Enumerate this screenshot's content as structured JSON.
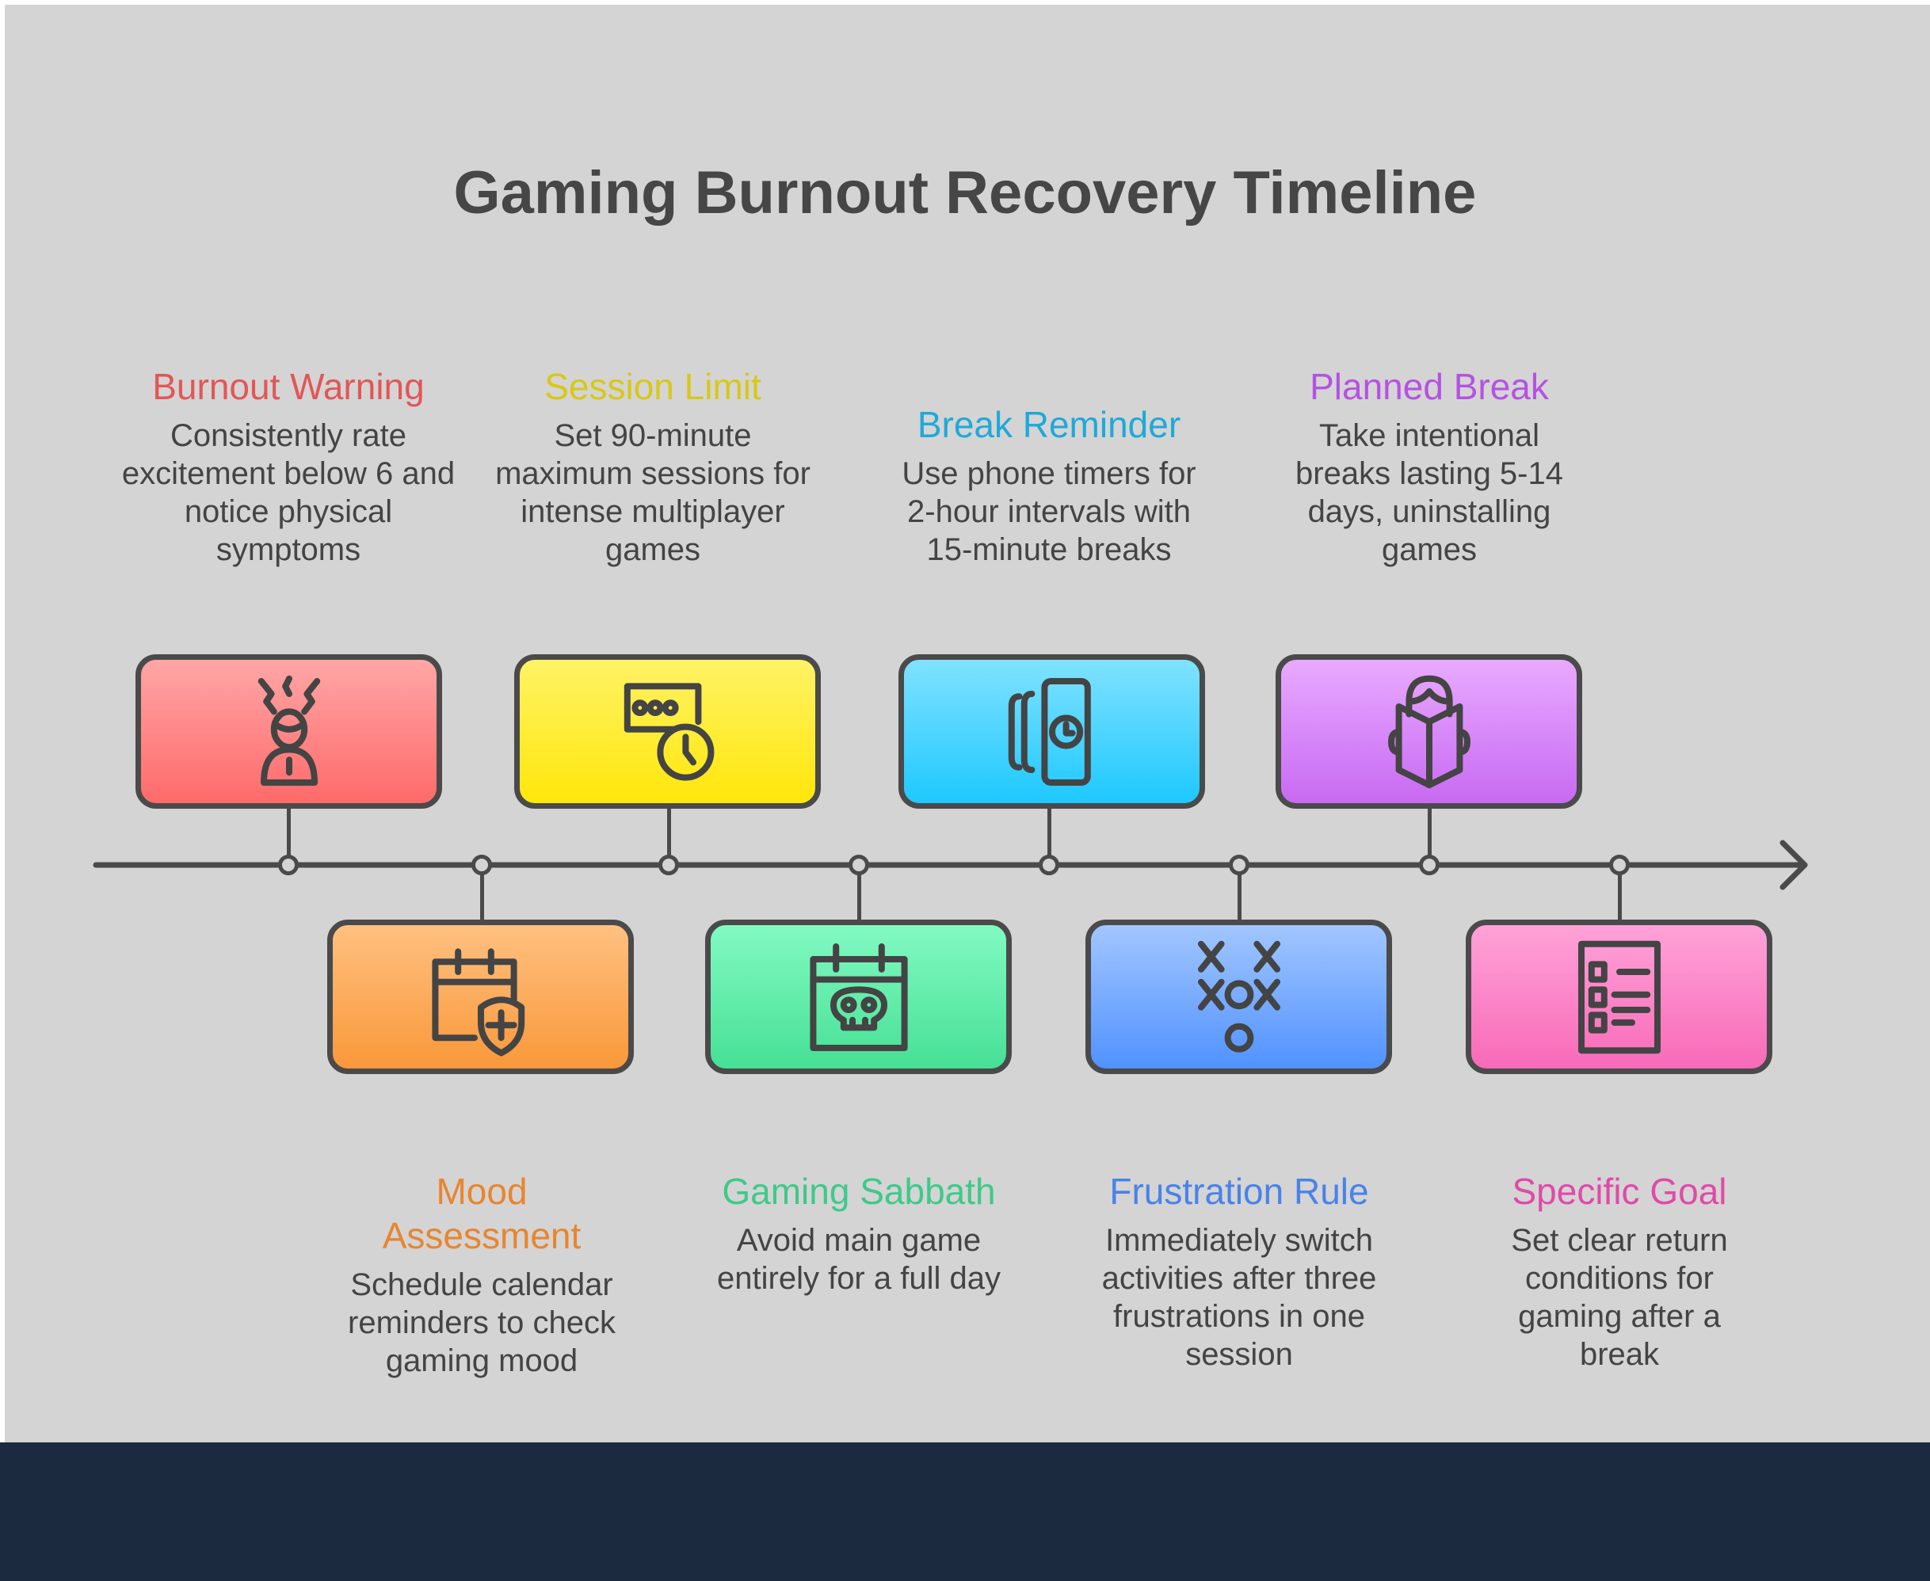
{
  "title": "Gaming Burnout Recovery Timeline",
  "steps": [
    {
      "label": "Burnout Warning",
      "description": "Consistently rate excitement below 6 and notice physical symptoms",
      "icon": "stressed-person-icon",
      "color": "#e35656"
    },
    {
      "label": "Mood Assessment",
      "description": "Schedule calendar reminders to check gaming mood",
      "icon": "calendar-shield-icon",
      "color": "#e8852f"
    },
    {
      "label": "Session Limit",
      "description": "Set 90-minute maximum sessions for intense multiplayer games",
      "icon": "session-timer-icon",
      "color": "#d8c816"
    },
    {
      "label": "Gaming Sabbath",
      "description": "Avoid main game entirely for a full day",
      "icon": "calendar-skull-icon",
      "color": "#3ec98a"
    },
    {
      "label": "Break Reminder",
      "description": "Use phone timers for 2-hour intervals with 15-minute breaks",
      "icon": "phone-timer-icon",
      "color": "#1fa9d9"
    },
    {
      "label": "Frustration Rule",
      "description": "Immediately switch activities after three frustrations in one session",
      "icon": "tic-tac-toe-icon",
      "color": "#4a82e8"
    },
    {
      "label": "Planned Break",
      "description": "Take intentional breaks lasting 5-14 days, uninstalling games",
      "icon": "reading-person-icon",
      "color": "#b552e2"
    },
    {
      "label": "Specific Goal",
      "description": "Set clear return conditions for gaming after a break",
      "icon": "checklist-icon",
      "color": "#e04aa8"
    }
  ]
}
